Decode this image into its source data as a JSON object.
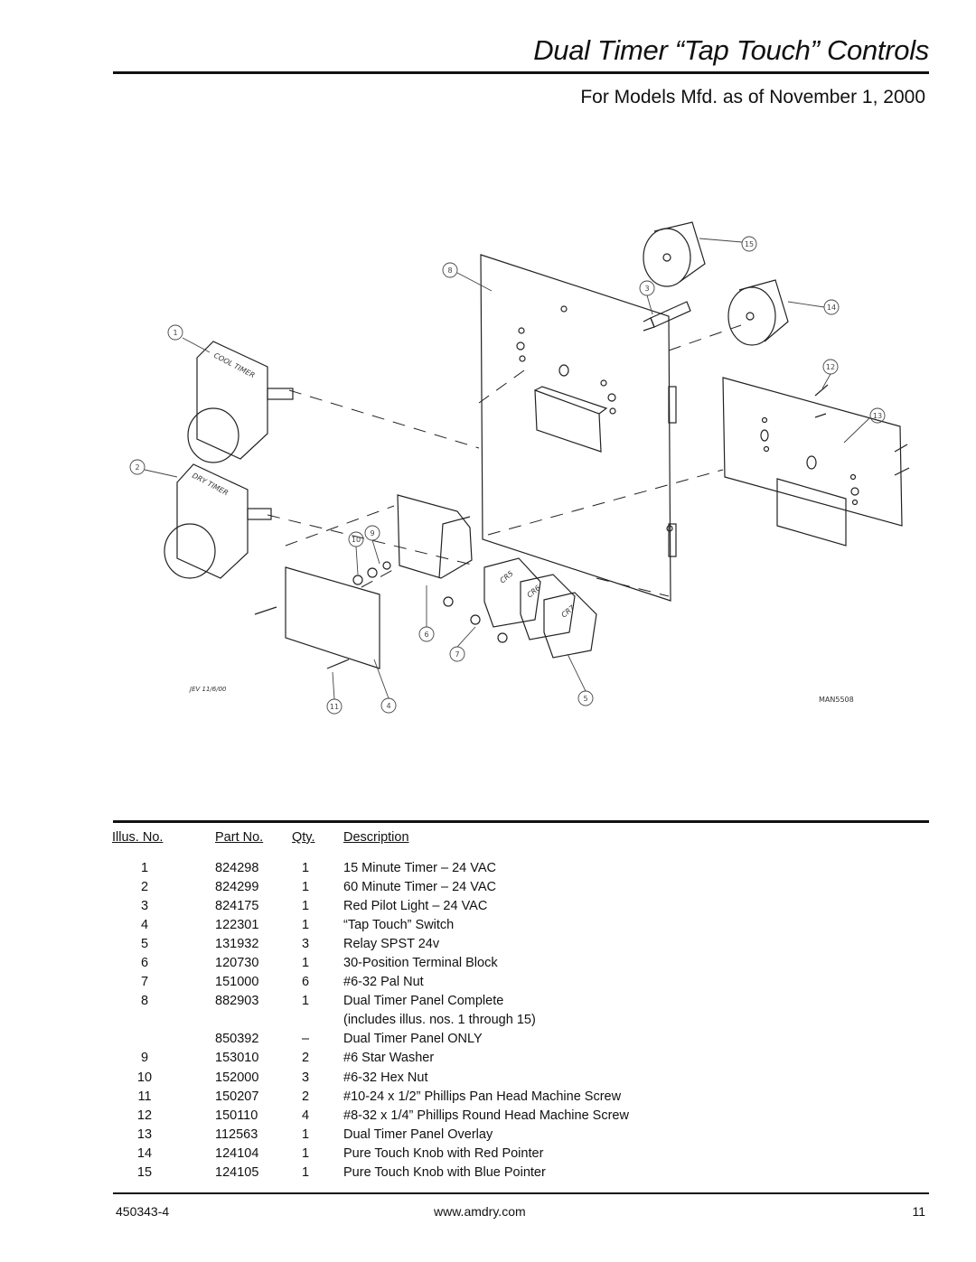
{
  "header": {
    "title": "Dual Timer “Tap Touch” Controls",
    "subtitle": "For Models Mfd. as of November 1, 2000"
  },
  "diagram": {
    "callouts": [
      "1",
      "2",
      "3",
      "4",
      "5",
      "6",
      "7",
      "8",
      "9",
      "10",
      "11",
      "12",
      "13",
      "14",
      "15"
    ],
    "labels": {
      "cool_timer": "COOL TIMER",
      "dry_timer": "DRY TIMER",
      "cr5": "CR5",
      "cr6": "CR6",
      "cr7": "CR7",
      "drafter": "JEV 11/6/00",
      "drawing_no": "MAN5508"
    }
  },
  "table": {
    "headers": [
      "Illus. No.",
      "Part No.",
      "Qty.",
      "Description"
    ],
    "rows": [
      {
        "illus": "1",
        "part": "824298",
        "qty": "1",
        "desc": "15 Minute Timer – 24 VAC"
      },
      {
        "illus": "2",
        "part": "824299",
        "qty": "1",
        "desc": "60 Minute Timer – 24 VAC"
      },
      {
        "illus": "3",
        "part": "824175",
        "qty": "1",
        "desc": "Red Pilot Light – 24 VAC"
      },
      {
        "illus": "4",
        "part": "122301",
        "qty": "1",
        "desc": "“Tap Touch” Switch"
      },
      {
        "illus": "5",
        "part": "131932",
        "qty": "3",
        "desc": "Relay SPST 24v"
      },
      {
        "illus": "6",
        "part": "120730",
        "qty": "1",
        "desc": "30-Position Terminal Block"
      },
      {
        "illus": "7",
        "part": "151000",
        "qty": "6",
        "desc": "#6-32 Pal Nut"
      },
      {
        "illus": "8",
        "part": "882903",
        "qty": "1",
        "desc": "Dual Timer Panel Complete"
      },
      {
        "illus": "",
        "part": "",
        "qty": "",
        "desc": "(includes illus. nos. 1 through 15)"
      },
      {
        "illus": "",
        "part": "850392",
        "qty": "–",
        "desc": "Dual Timer Panel ONLY"
      },
      {
        "illus": "9",
        "part": "153010",
        "qty": "2",
        "desc": "#6 Star Washer"
      },
      {
        "illus": "10",
        "part": "152000",
        "qty": "3",
        "desc": "#6-32 Hex Nut"
      },
      {
        "illus": "11",
        "part": "150207",
        "qty": "2",
        "desc": "#10-24 x 1/2” Phillips Pan Head Machine Screw"
      },
      {
        "illus": "12",
        "part": "150110",
        "qty": "4",
        "desc": "#8-32 x 1/4” Phillips Round Head Machine Screw"
      },
      {
        "illus": "13",
        "part": "112563",
        "qty": "1",
        "desc": "Dual Timer Panel Overlay"
      },
      {
        "illus": "14",
        "part": "124104",
        "qty": "1",
        "desc": "Pure Touch Knob with Red Pointer"
      },
      {
        "illus": "15",
        "part": "124105",
        "qty": "1",
        "desc": "Pure Touch Knob with Blue Pointer"
      }
    ]
  },
  "footer": {
    "doc_number": "450343-4",
    "website": "www.amdry.com",
    "page_number": "11"
  }
}
